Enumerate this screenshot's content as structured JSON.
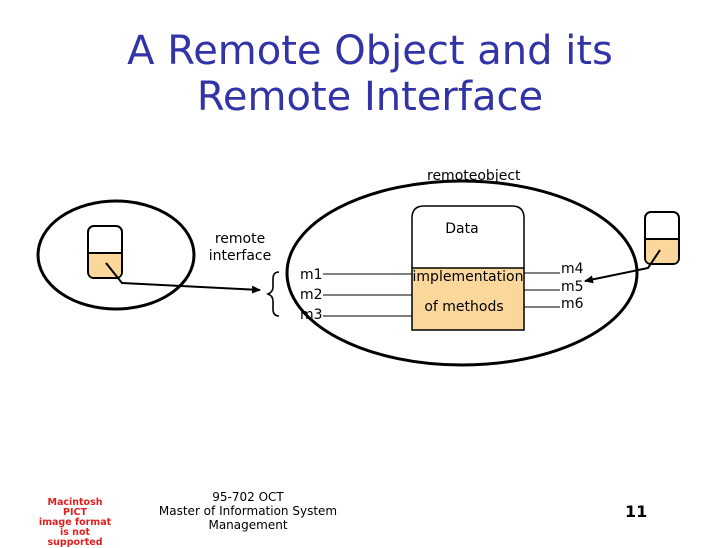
{
  "slide": {
    "title_line1": "A Remote Object and its",
    "title_line2": "Remote Interface"
  },
  "diagram": {
    "remote_object_label": "remoteobject",
    "remote_interface_label_line1": "remote",
    "remote_interface_label_line2": "interface",
    "data_label": "Data",
    "implementation_label_line1": "implementation",
    "implementation_label_line2": "of methods",
    "remote_methods": [
      "m1",
      "m2",
      "m3"
    ],
    "local_methods": [
      "m4",
      "m5",
      "m6"
    ]
  },
  "pict_placeholder": {
    "line1": "Macintosh PICT",
    "line2": "image format",
    "line3": "is not supported"
  },
  "footer": {
    "course": "95-702 OCT",
    "program_line1": "Master of Information System",
    "program_line2": "Management"
  },
  "page_number": "11",
  "colors": {
    "title": "#3333a8",
    "box_fill": "#fbd79b",
    "pict_text": "#e02020"
  }
}
